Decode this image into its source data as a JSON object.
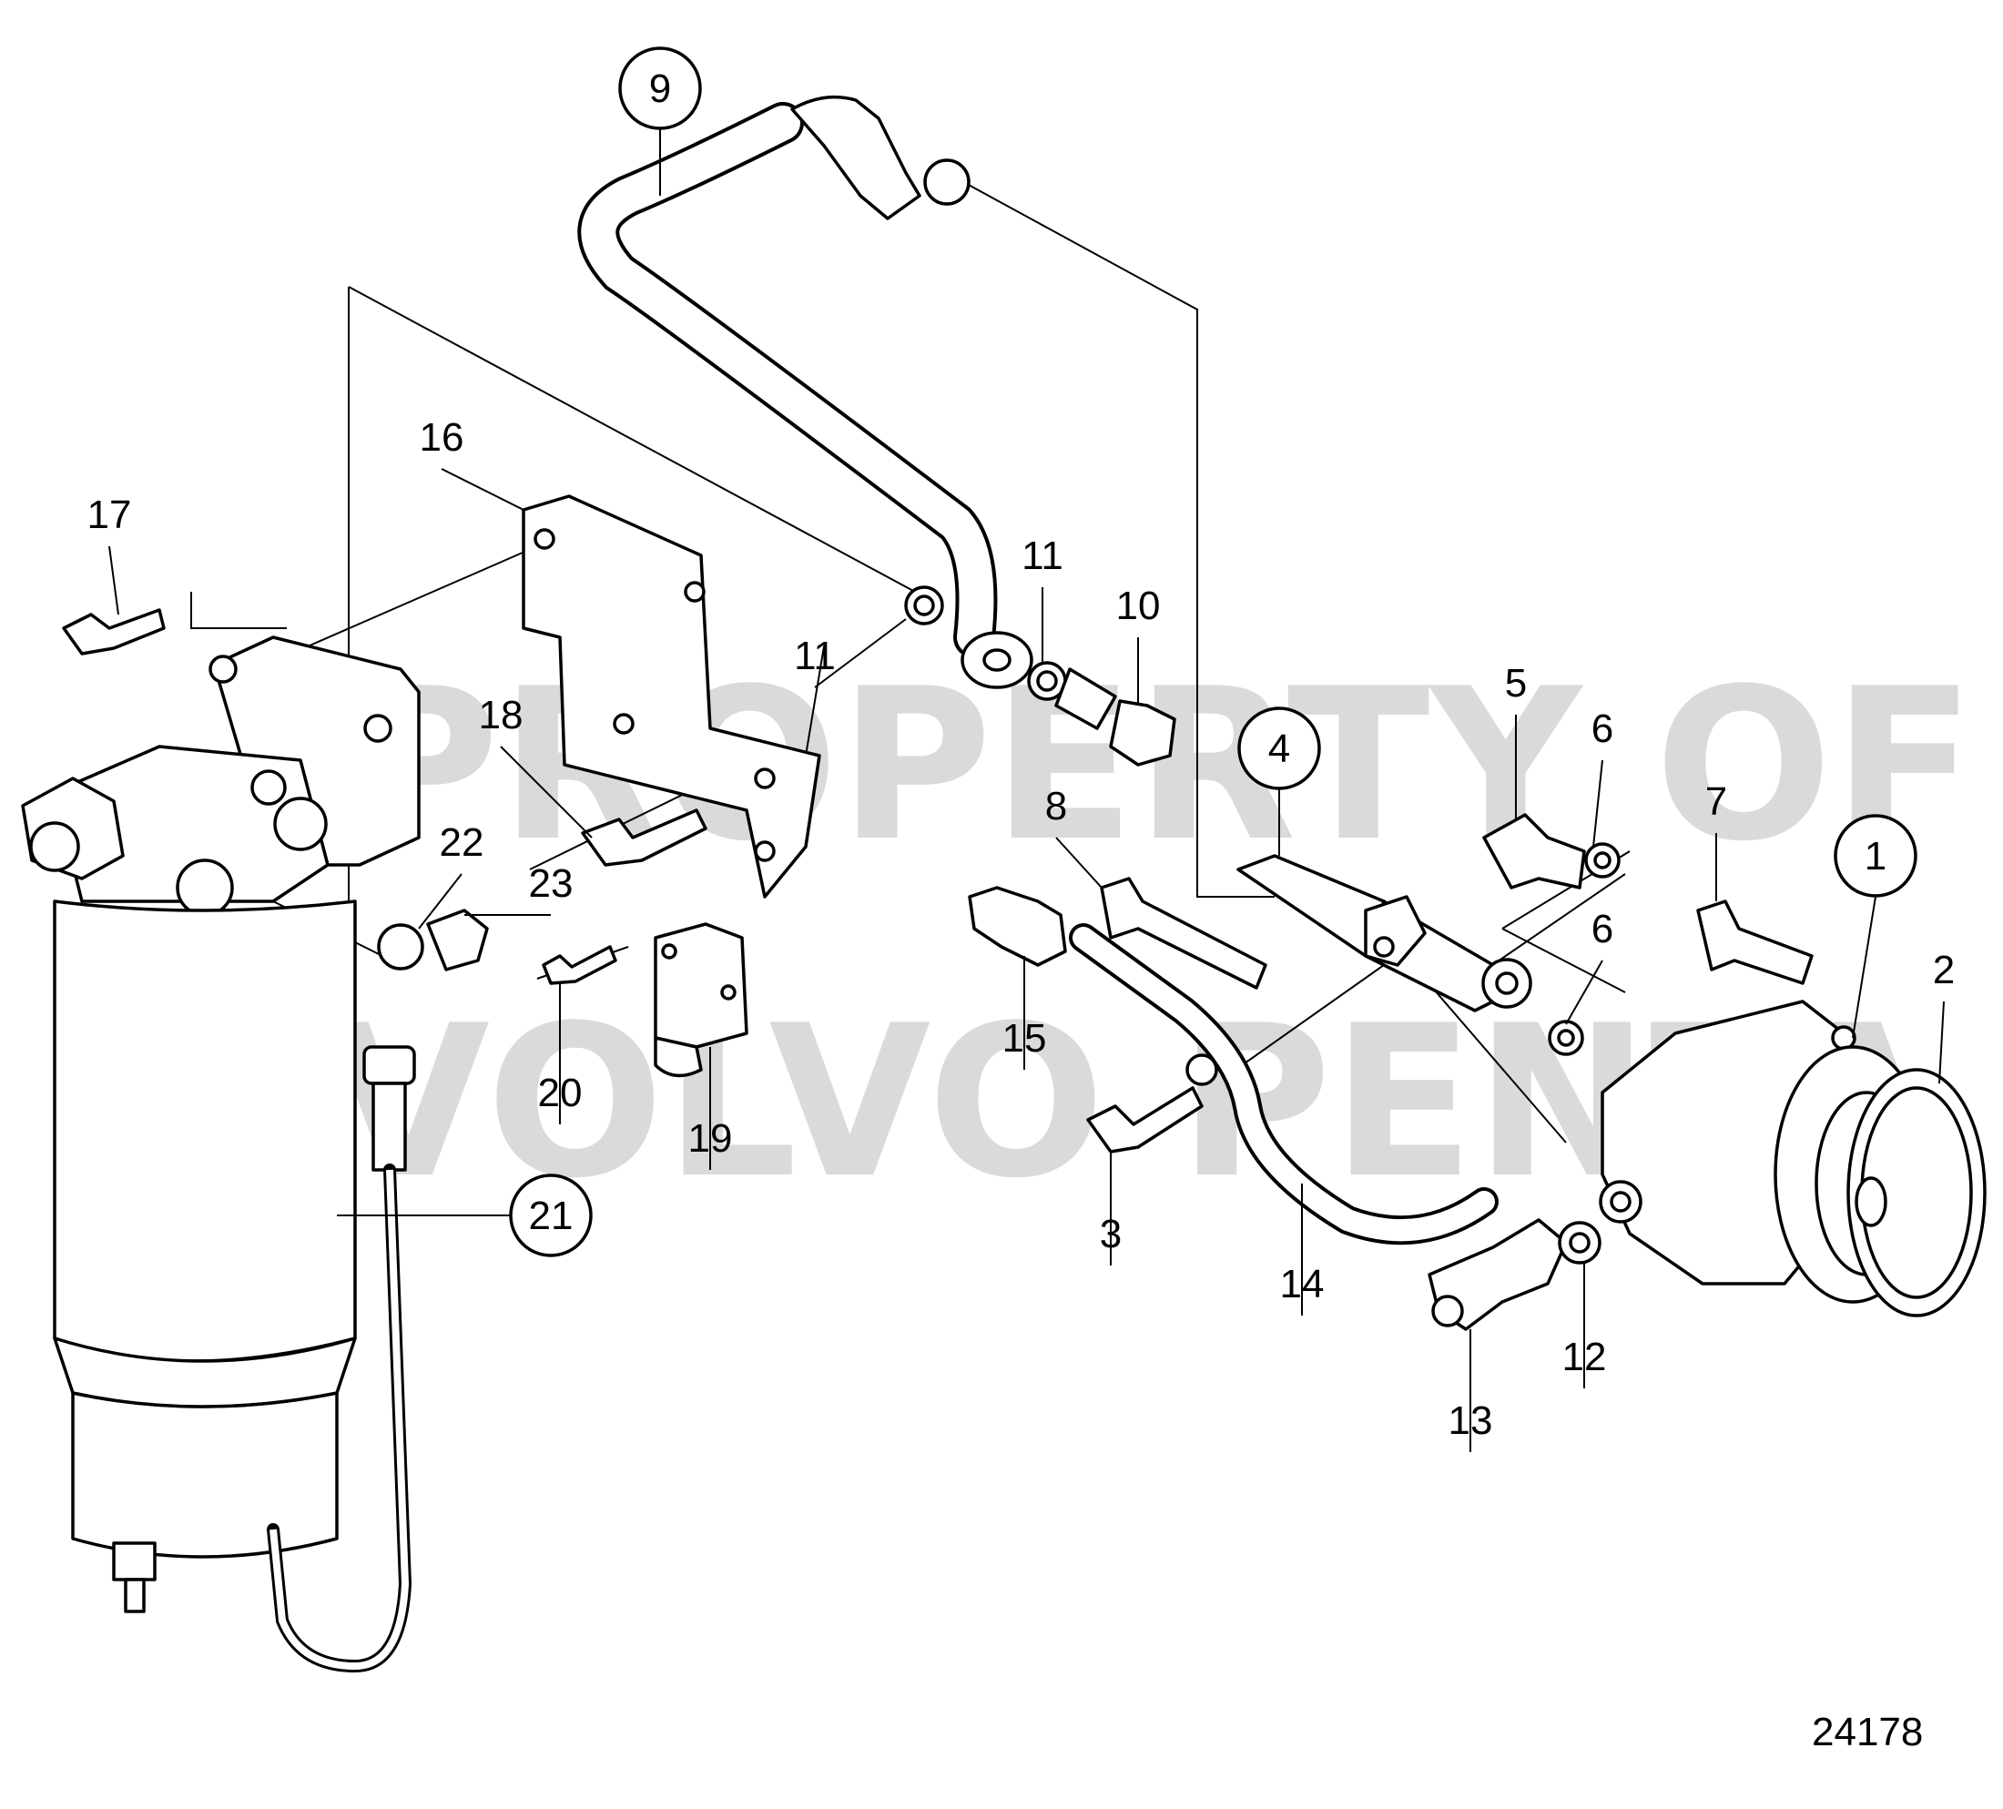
{
  "diagram": {
    "watermark_line1": "PROPERTY OF",
    "watermark_line2": "VOLVO PENTA",
    "reference_number": "24178",
    "callouts": [
      {
        "id": "c1",
        "label": "1",
        "circled": true
      },
      {
        "id": "c2",
        "label": "2",
        "circled": false
      },
      {
        "id": "c3",
        "label": "3",
        "circled": false
      },
      {
        "id": "c4",
        "label": "4",
        "circled": true
      },
      {
        "id": "c5",
        "label": "5",
        "circled": false
      },
      {
        "id": "c6a",
        "label": "6",
        "circled": false
      },
      {
        "id": "c6b",
        "label": "6",
        "circled": false
      },
      {
        "id": "c7",
        "label": "7",
        "circled": false
      },
      {
        "id": "c8",
        "label": "8",
        "circled": false
      },
      {
        "id": "c9",
        "label": "9",
        "circled": true
      },
      {
        "id": "c10",
        "label": "10",
        "circled": false
      },
      {
        "id": "c11a",
        "label": "11",
        "circled": false
      },
      {
        "id": "c11b",
        "label": "11",
        "circled": false
      },
      {
        "id": "c12",
        "label": "12",
        "circled": false
      },
      {
        "id": "c13",
        "label": "13",
        "circled": false
      },
      {
        "id": "c14",
        "label": "14",
        "circled": false
      },
      {
        "id": "c15",
        "label": "15",
        "circled": false
      },
      {
        "id": "c16",
        "label": "16",
        "circled": false
      },
      {
        "id": "c17",
        "label": "17",
        "circled": false
      },
      {
        "id": "c18",
        "label": "18",
        "circled": false
      },
      {
        "id": "c19",
        "label": "19",
        "circled": false
      },
      {
        "id": "c20",
        "label": "20",
        "circled": false
      },
      {
        "id": "c21",
        "label": "21",
        "circled": true
      },
      {
        "id": "c22",
        "label": "22",
        "circled": false
      },
      {
        "id": "c23",
        "label": "23",
        "circled": false
      }
    ]
  }
}
